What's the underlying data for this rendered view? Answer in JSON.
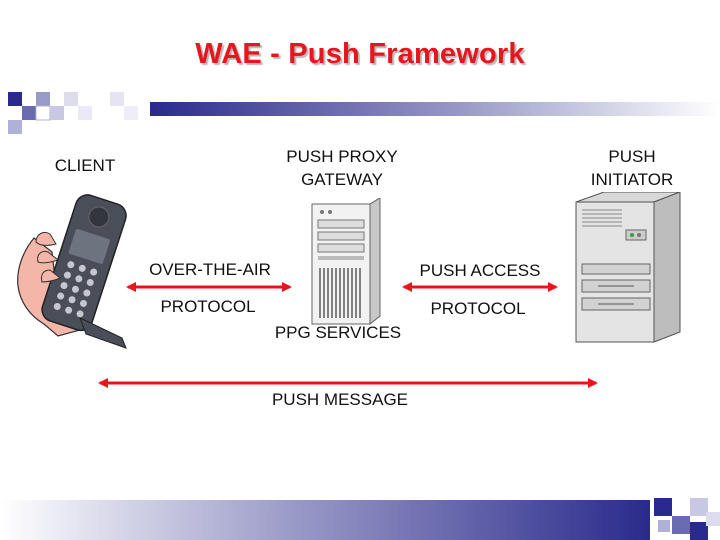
{
  "title": "WAE - Push Framework",
  "labels": {
    "client": "CLIENT",
    "push_proxy_gateway": [
      "PUSH PROXY",
      "GATEWAY"
    ],
    "push_initiator": [
      "PUSH",
      "INITIATOR"
    ],
    "over_the_air": "OVER-THE-AIR",
    "protocol_left": "PROTOCOL",
    "push_access": "PUSH ACCESS",
    "protocol_right": "PROTOCOL",
    "ppg_services": "PPG SERVICES",
    "push_message": "PUSH MESSAGE"
  },
  "colors": {
    "title": "#e8141e",
    "arrow": "#e8141e",
    "bar_dark": "#28288a",
    "bar_light": "#ffffff"
  },
  "icons": [
    "phone-in-hand-icon",
    "gateway-server-icon",
    "initiator-server-icon"
  ]
}
